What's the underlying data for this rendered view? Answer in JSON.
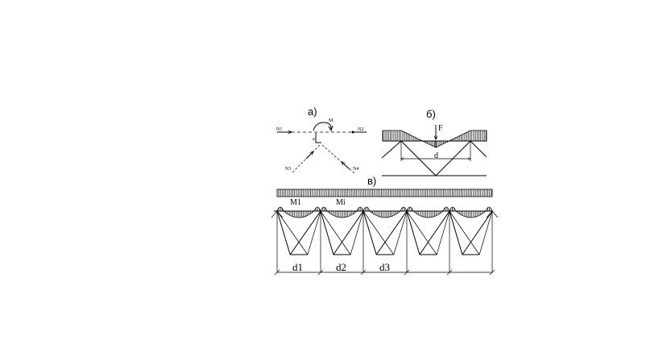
{
  "figure": {
    "panel_a": {
      "title": "а)",
      "labels": {
        "n1": "N1",
        "n2": "N2",
        "n3": "N3",
        "n4": "N4",
        "moment": "M",
        "point": "a"
      }
    },
    "panel_b": {
      "title": "б)",
      "labels": {
        "force": "F",
        "span": "d"
      }
    },
    "panel_v": {
      "title": "в)",
      "labels": {
        "m1": "M1",
        "mi": "Mi",
        "d1": "d1",
        "d2": "d2",
        "d3": "d3"
      }
    }
  }
}
